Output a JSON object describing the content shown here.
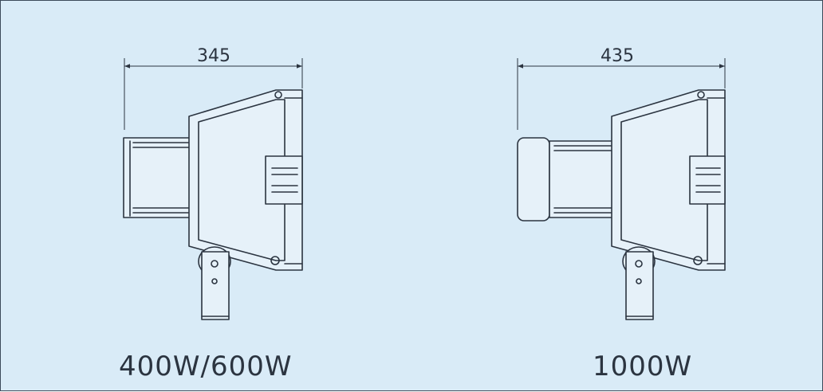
{
  "left_fixture": {
    "dimension": "345",
    "caption": "400W/600W"
  },
  "right_fixture": {
    "dimension": "435",
    "caption": "1000W"
  },
  "colors": {
    "background": "#d9ebf7",
    "line": "#2b3440"
  }
}
